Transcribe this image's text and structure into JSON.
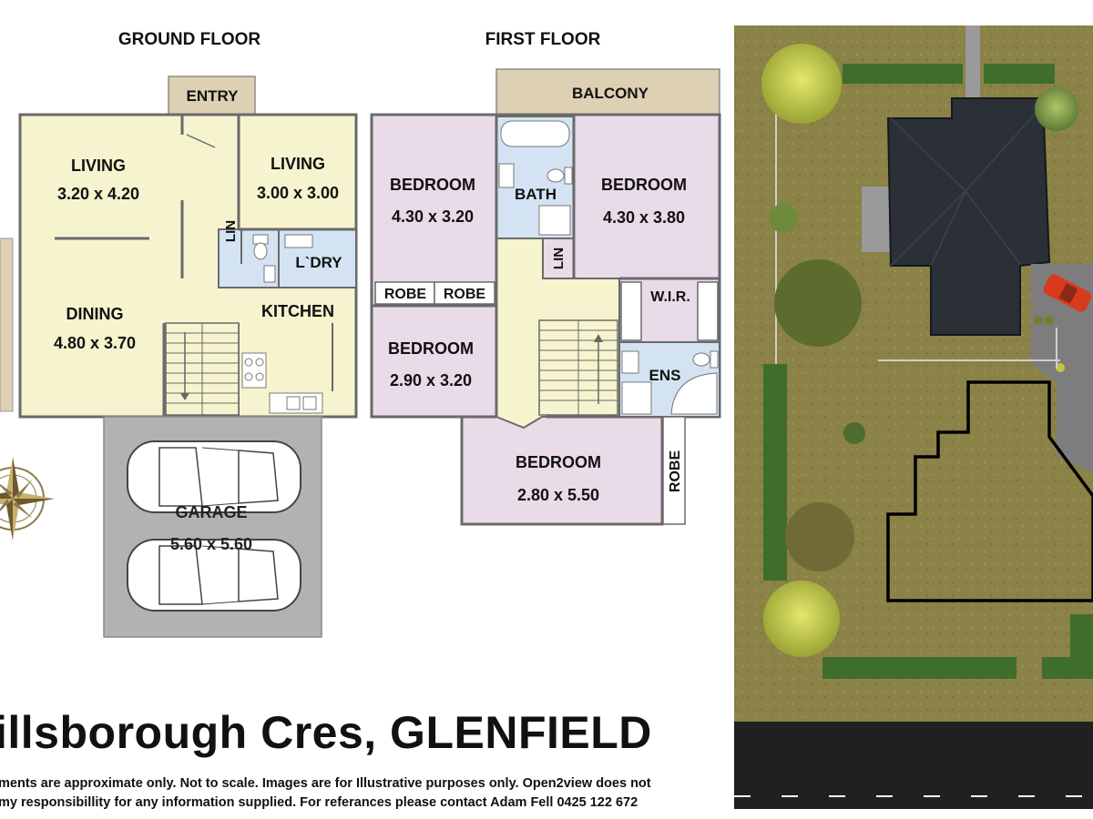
{
  "floor_titles": {
    "ground": "GROUND FLOOR",
    "first": "FIRST FLOOR"
  },
  "ground_rooms": {
    "entry": "ENTRY",
    "living1_name": "LIVING",
    "living1_dim": "3.20 x 4.20",
    "living2_name": "LIVING",
    "living2_dim": "3.00 x 3.00",
    "dining_name": "DINING",
    "dining_dim": "4.80 x 3.70",
    "kitchen": "KITCHEN",
    "laundry": "L`DRY",
    "linen": "LIN",
    "garage_name": "GARAGE",
    "garage_dim": "5.60 x 5.60"
  },
  "first_rooms": {
    "balcony": "BALCONY",
    "bed1_name": "BEDROOM",
    "bed1_dim": "4.30 x 3.20",
    "bath": "BATH",
    "bed2_name": "BEDROOM",
    "bed2_dim": "4.30 x 3.80",
    "linen": "LIN",
    "robe1": "ROBE",
    "robe2": "ROBE",
    "wir": "W.I.R.",
    "bed3_name": "BEDROOM",
    "bed3_dim": "2.90 x 3.20",
    "ens": "ENS",
    "bed4_name": "BEDROOM",
    "bed4_dim": "2.80 x 5.50",
    "robe3": "ROBE"
  },
  "address": "illsborough Cres, GLENFIELD",
  "disclaimer": [
    "ments are approximate only. Not to scale. Images are for Illustrative purposes only. Open2view does not",
    "my responsibillity for any information supplied. For referances please contact Adam Fell   0425 122 672"
  ],
  "colors": {
    "ground_floor": "#f6f3cf",
    "first_floor": "#eadbe9",
    "wet_area": "#d3e3f3",
    "outdoor": "#ddd0b3",
    "garage": "#b2b2b2",
    "lawn": "#8b8348",
    "roof": "#2b3037",
    "road": "#202020"
  },
  "icons": [
    "compass-rose-icon",
    "car-icon",
    "stair-arrow-icon"
  ]
}
